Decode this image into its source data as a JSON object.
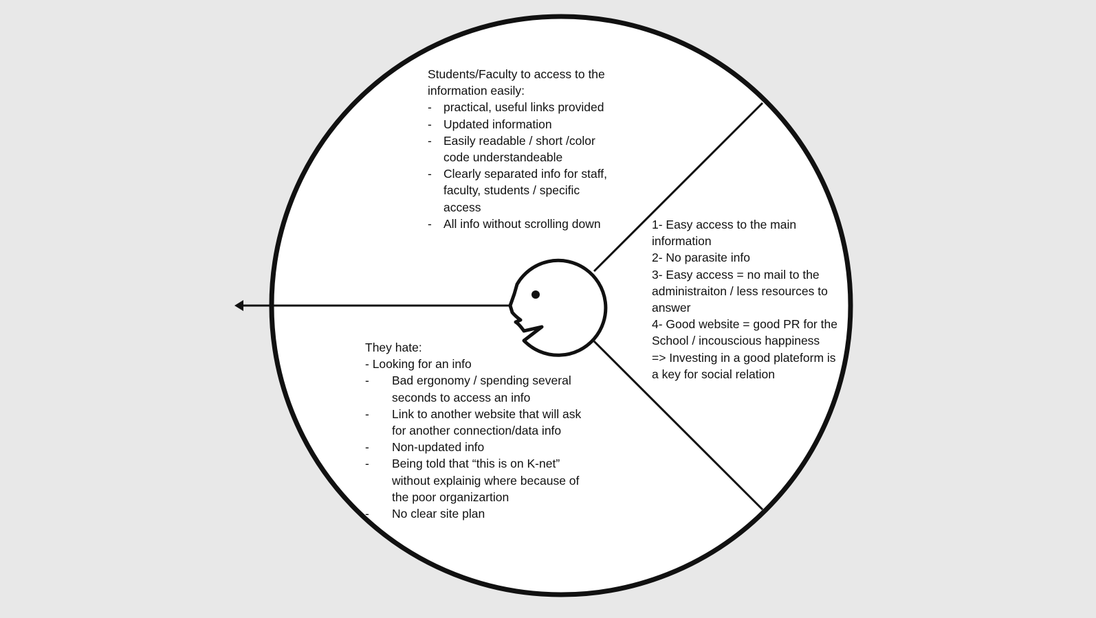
{
  "diagram": {
    "colors": {
      "background": "#e8e8e8",
      "circle_fill": "#ffffff",
      "stroke": "#111111",
      "text": "#111111"
    },
    "top_section": {
      "heading_lines": [
        "Students/Faculty to access to the",
        "information easily:"
      ],
      "items": [
        "practical, useful links provided",
        "Updated information",
        "Easily readable / short /color code understandeable",
        "Clearly separated info for staff, faculty, students / specific access",
        "All info without scrolling down"
      ]
    },
    "right_section": {
      "lines": [
        "1- Easy access to the main",
        "information",
        "2- No parasite info",
        "3- Easy access = no mail to the",
        "administraiton / less resources to",
        "answer",
        "4- Good website = good PR for the",
        "School / incouscious happiness",
        "=> Investing in a good plateform is",
        "a key for social relation"
      ]
    },
    "bottom_section": {
      "heading": "They hate:",
      "first_line": "- Looking for an info",
      "items": [
        "Bad ergonomy / spending several seconds to access an info",
        "Link to another website that will ask for another connection/data info",
        "Non-updated info",
        "Being told that “this is on K-net” without explainig where because of the poor organizartion",
        "No clear site plan"
      ]
    }
  }
}
